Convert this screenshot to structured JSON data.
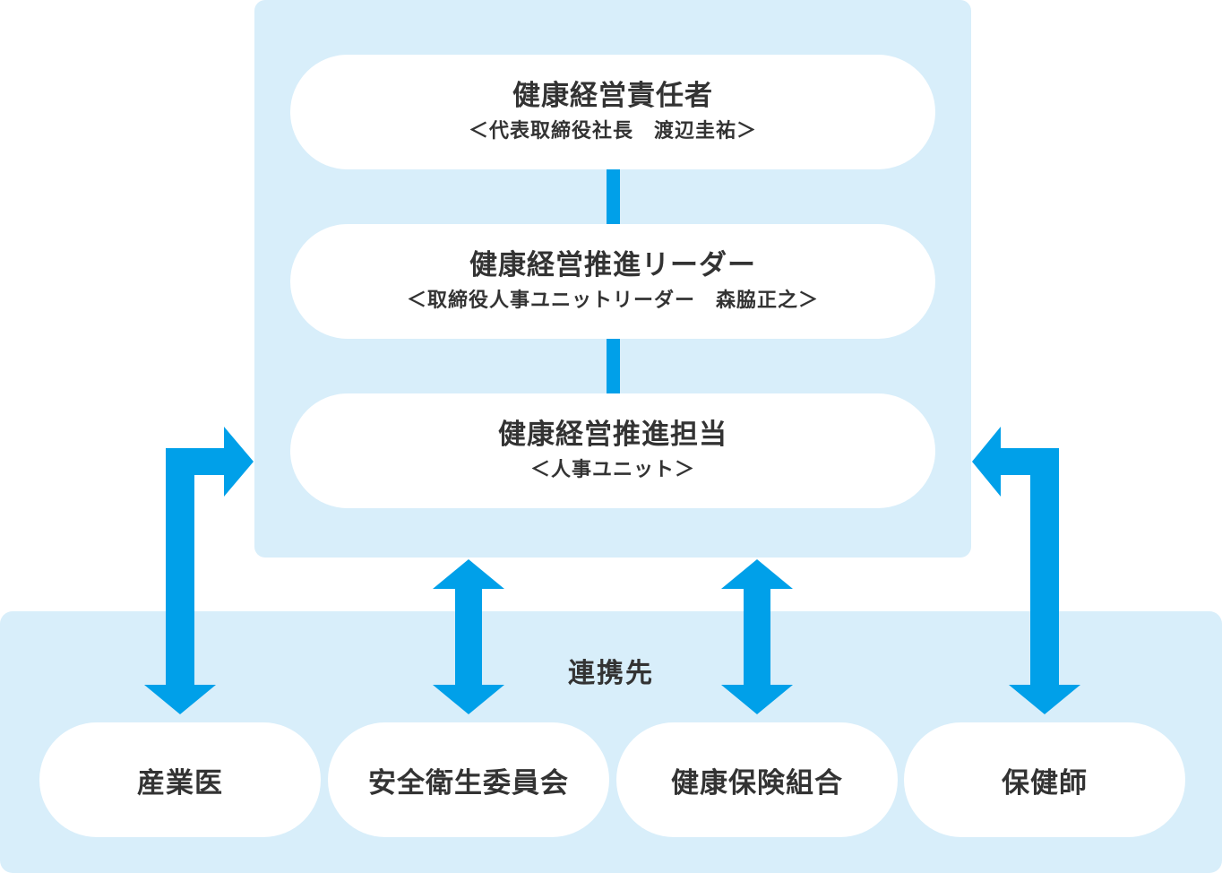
{
  "structure": {
    "roles": [
      {
        "title": "健康経営責任者",
        "subtitle": "＜代表取締役社長　渡辺圭祐＞"
      },
      {
        "title": "健康経営推進リーダー",
        "subtitle": "＜取締役人事ユニットリーダー　森脇正之＞"
      },
      {
        "title": "健康経営推進担当",
        "subtitle": "＜人事ユニット＞"
      }
    ]
  },
  "partners": {
    "title": "連携先",
    "items": [
      {
        "label": "産業医"
      },
      {
        "label": "安全衛生委員会"
      },
      {
        "label": "健康保険組合"
      },
      {
        "label": "保健師"
      }
    ]
  },
  "colors": {
    "panel_bg": "#d8eefa",
    "arrow": "#00a0e9",
    "pill_bg": "#ffffff",
    "text": "#333333"
  }
}
